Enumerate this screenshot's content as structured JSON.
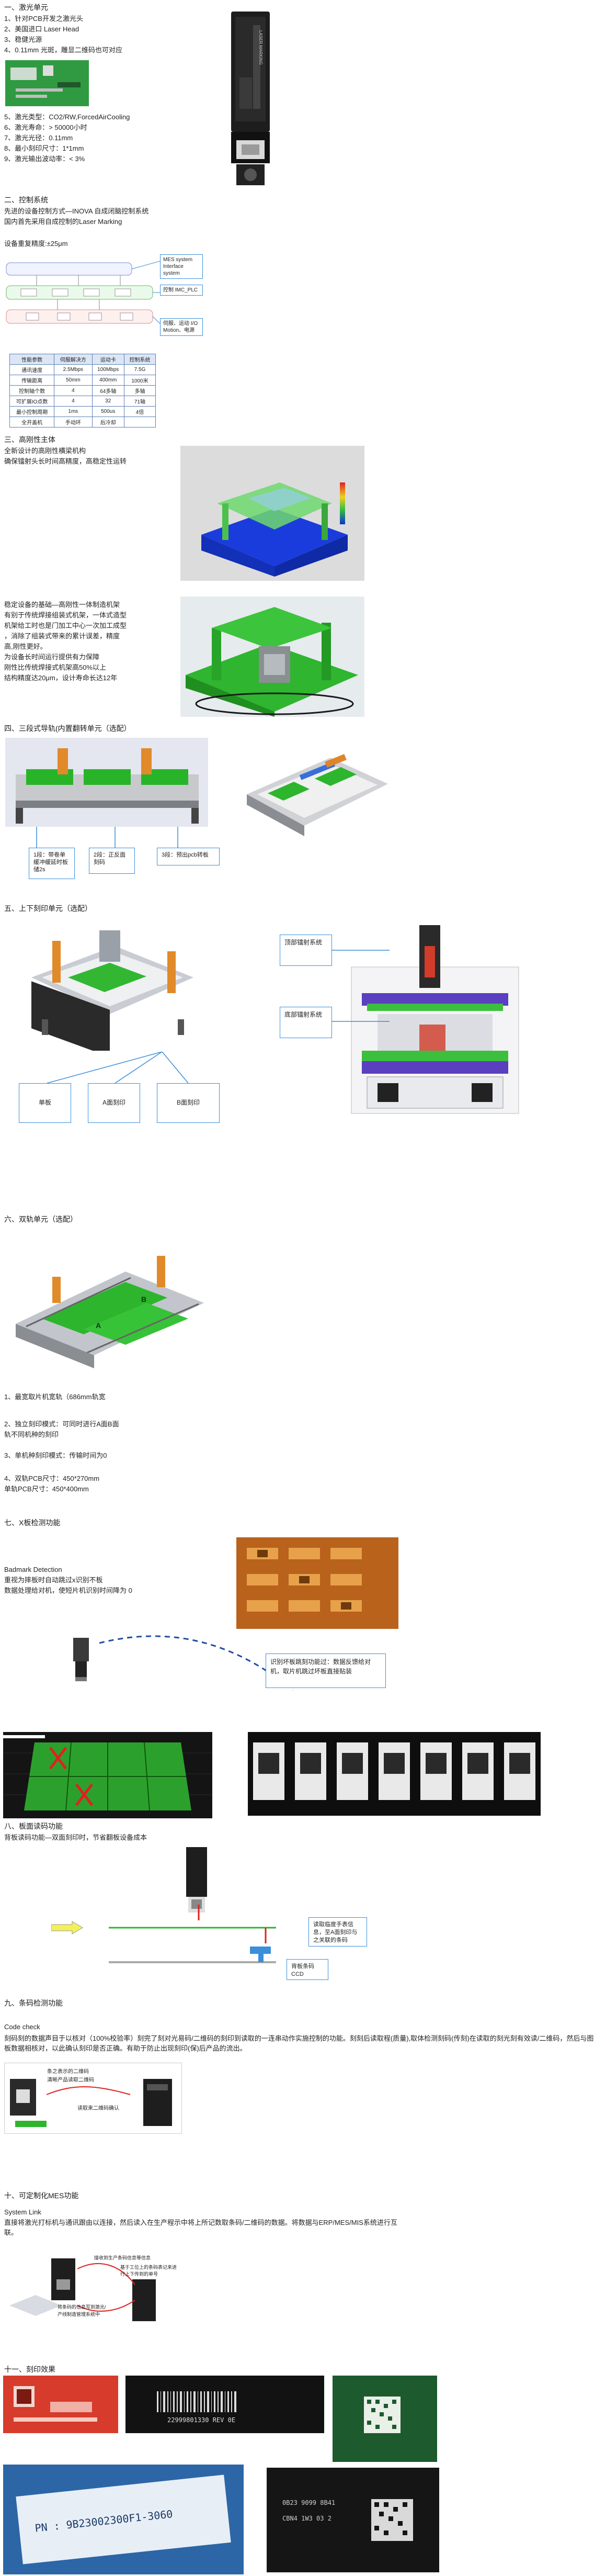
{
  "s1": {
    "title": "一、激光单元",
    "items": [
      "1、针对PCB开发之激光头",
      "2、美国进口 Laser Head",
      "3、稳健光源",
      "4、0.11mm 光斑，雕显二维码也可对应"
    ],
    "specs": [
      "5、激光类型：CO2/RW,ForcedAirCooling",
      "6、激光寿命：> 50000小时",
      "7、激光光径：0.11mm",
      "8、最小刻印尺寸：1*1mm",
      "9、激光输出波动率：< 3%"
    ],
    "laser_label": "LASER MARKING"
  },
  "s2": {
    "title": "二、控制系统",
    "lines": [
      "先进的设备控制方式—INOVA 自成闭脑控制系统",
      "国内首先采用自成控制的Laser Marking"
    ],
    "accuracy": "设备重复精度:±25μm",
    "callouts": [
      "MES system Interface system",
      "控制 IMC_PLC",
      "伺服、运动 I/O Motion、电源"
    ],
    "table": {
      "headers": [
        "性能参数",
        "伺服解决方",
        "运动卡",
        "控制系统"
      ],
      "rows": [
        [
          "通讯速度",
          "2.5Mbps",
          "100Mbps",
          "7.5G"
        ],
        [
          "传输距离",
          "50mm",
          "400mm",
          "1000米"
        ],
        [
          "控制轴个数",
          "4",
          "64多轴",
          "多轴"
        ],
        [
          "可扩展IO点数",
          "4",
          "32",
          "71轴"
        ],
        [
          "最小控制周期",
          "1ms",
          "500us",
          "4倍"
        ],
        [
          "全开盖机",
          "手动环",
          "后冷却",
          ""
        ]
      ]
    }
  },
  "s3": {
    "title": "三、高刚性主体",
    "lines": [
      "全新设计的高刚性横梁机构",
      "确保镭射头长时间高精度，高稳定性运转"
    ],
    "para": [
      "稳定设备的基础—高刚性一体制造机架",
      "有别于传统焊接组装式机架，一体式造型",
      "机架给工时也是门加工中心一次加工成型",
      "，消除了组装式带来的累计误差，精度",
      "高,刚性更好。",
      "为设备长时间运行提供有力保障",
      "刚性比传统焊接式机架高50%以上",
      "结构精度达20μm，设计寿命长达12年"
    ]
  },
  "s4": {
    "title": "四、三段式导轨(内置翻转单元（选配）",
    "labels": [
      "1段：带卷单缓冲缓延时板储2s",
      "2段：正反面刻码",
      "3段：预出pcb转板"
    ]
  },
  "s5": {
    "title": "五、上下刻印单元（选配）",
    "labels": [
      "单板",
      "A面刻印",
      "B面刻印"
    ],
    "callouts": [
      "顶部镭射系统",
      "底部镭射系统"
    ]
  },
  "s6": {
    "title": "六、双轨单元（选配）",
    "items": [
      "1、最宽取片机宽轨（686mm轨宽",
      "2、独立刻印模式：可同时进行A面B面",
      "轨不同机种的刻印",
      "3、单机种刻印模式：传输时间为0",
      "4、双轨PCB尺寸：450*270mm",
      "单轨PCB尺寸：450*400mm"
    ],
    "labels": [
      "A",
      "B"
    ]
  },
  "s7": {
    "title": "七、X板检测功能",
    "lines": [
      "Badmark Detection",
      "重视为摔板时自动跳过x识别不板",
      "数据处理给对机，使短片机识别时间降为 0"
    ],
    "callout": "识别坏板跳刻功能过：数据反馈给对机，取片机跳过坏板直接贴装"
  },
  "s8": {
    "title": "八、板面读码功能",
    "line": "背板读码功能—双面刻印时，节省翻板设备成本",
    "callouts": [
      "读取临度手表信息，至A面刻印与之关联的条码",
      "背板条码 CCD"
    ]
  },
  "s9": {
    "title": "九、条码检测功能",
    "subtitle": "Code check",
    "para": "刻码刻的数据声目于以核对（100%校验率）刻完了刻对光易码/二维码的刻印到读取的一连串动作实施控制的功能。刻刻后读取程(质量),取体检测刻码(传刻)在读取的刻光刻有效读/二维码，然后与图板数据相核对，以此确认刻印是否正确。有助于防止出现刻印(保)后产品的流出。",
    "labels": [
      "条之表示的二维码",
      "清晰产品读取二维码",
      "读取来二维码确认"
    ]
  },
  "s10": {
    "title": "十、可定制化MES功能",
    "subtitle": "System Link",
    "para": "直接将激光打标机与通讯跟由以连接，然后读入在生产程示中将上所记数取条码/二维码的数据。将数据与ERP/MES/MIS系统进行互联。",
    "labels": [
      "接收到生产条码信息等信息",
      "基于工位上的条码表记来进行上下传到的单号",
      "将条码的信息写到激光/",
      "产线制造管理系统中"
    ]
  },
  "s11": {
    "title": "十一、刻印效果",
    "samples": [
      "22999801330 REV 0E",
      "PN : 9B23002300F1-3060",
      "0B23 9099 8B41",
      "CBN4 1W3 03 2"
    ]
  }
}
